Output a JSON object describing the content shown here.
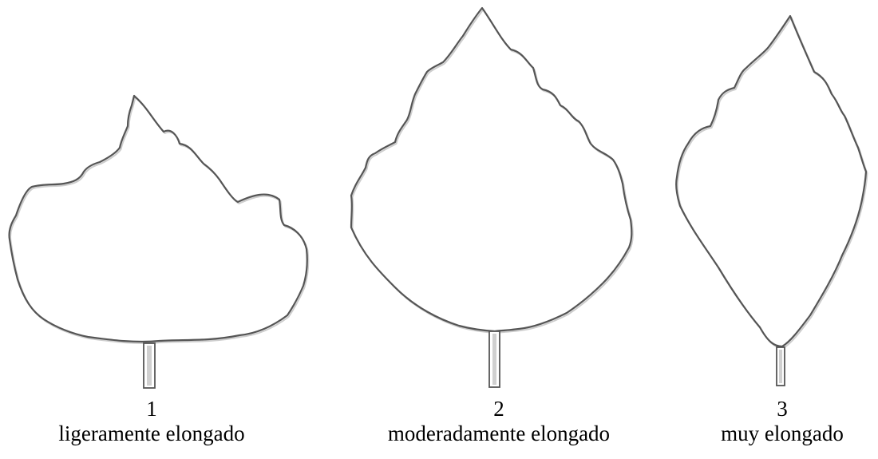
{
  "leaves": [
    {
      "number": "1",
      "label": "ligeramente elongado"
    },
    {
      "number": "2",
      "label": "moderadamente elongado"
    },
    {
      "number": "3",
      "label": "muy elongado"
    }
  ],
  "colors": {
    "outline": "#555555",
    "background": "#ffffff",
    "text": "#000000"
  }
}
